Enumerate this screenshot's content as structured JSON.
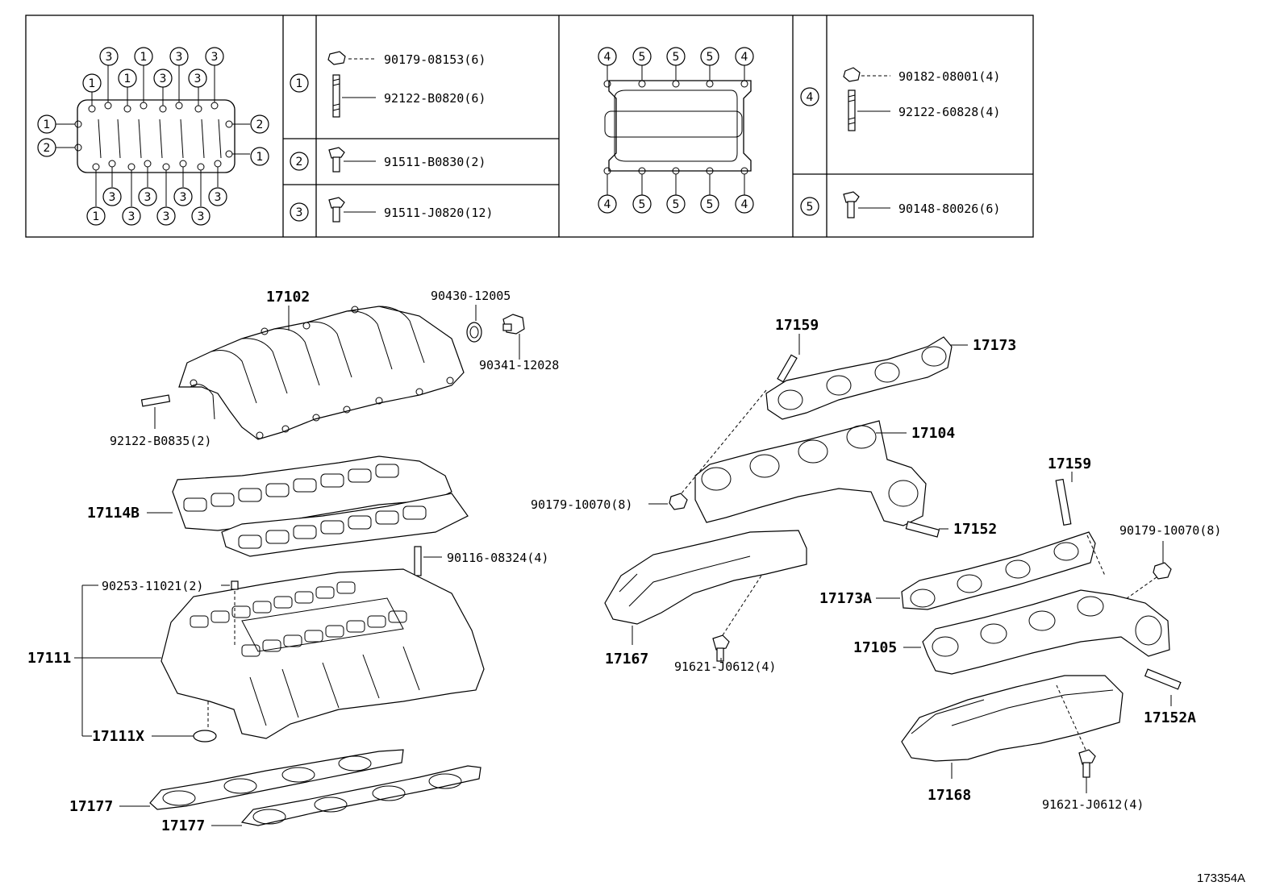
{
  "legend_table": {
    "rows": [
      {
        "key": "1",
        "parts": [
          "90179-08153(6)",
          "92122-B0820(6)"
        ]
      },
      {
        "key": "2",
        "parts": [
          "91511-B0830(2)"
        ]
      },
      {
        "key": "3",
        "parts": [
          "91511-J0820(12)"
        ]
      },
      {
        "key": "4",
        "parts": [
          "90182-08001(4)",
          "92122-60828(4)"
        ]
      },
      {
        "key": "5",
        "parts": [
          "90148-80026(6)"
        ]
      }
    ],
    "intake_pattern": {
      "top_row1": [
        "3",
        "1",
        "3",
        "3"
      ],
      "top_row2": [
        "1",
        "1",
        "3",
        "3"
      ],
      "left": [
        "1",
        "2"
      ],
      "right": [
        "2",
        "1"
      ],
      "bottom_row1": [
        "3",
        "3",
        "3",
        "3"
      ],
      "bottom_row2": [
        "1",
        "3",
        "3",
        "3"
      ]
    },
    "exhaust_pattern": {
      "top": [
        "4",
        "5",
        "5",
        "5",
        "4"
      ],
      "bottom": [
        "4",
        "5",
        "5",
        "5",
        "4"
      ]
    }
  },
  "callouts": {
    "p17102": "17102",
    "p90430": "90430-12005",
    "p90341": "90341-12028",
    "p92122b0835": "92122-B0835(2)",
    "p17114b": "17114B",
    "p90116": "90116-08324(4)",
    "p90253": "90253-11021(2)",
    "p17111": "17111",
    "p17111x": "17111X",
    "p17177a": "17177",
    "p17177b": "17177",
    "p17159a": "17159",
    "p17173": "17173",
    "p17104": "17104",
    "p90179a": "90179-10070(8)",
    "p17152": "17152",
    "p17167": "17167",
    "p91621a": "91621-J0612(4)",
    "p17159b": "17159",
    "p90179b": "90179-10070(8)",
    "p17173a": "17173A",
    "p17105": "17105",
    "p17152a": "17152A",
    "p17168": "17168",
    "p91621b": "91621-J0612(4)"
  },
  "figure_ref": "173354A"
}
